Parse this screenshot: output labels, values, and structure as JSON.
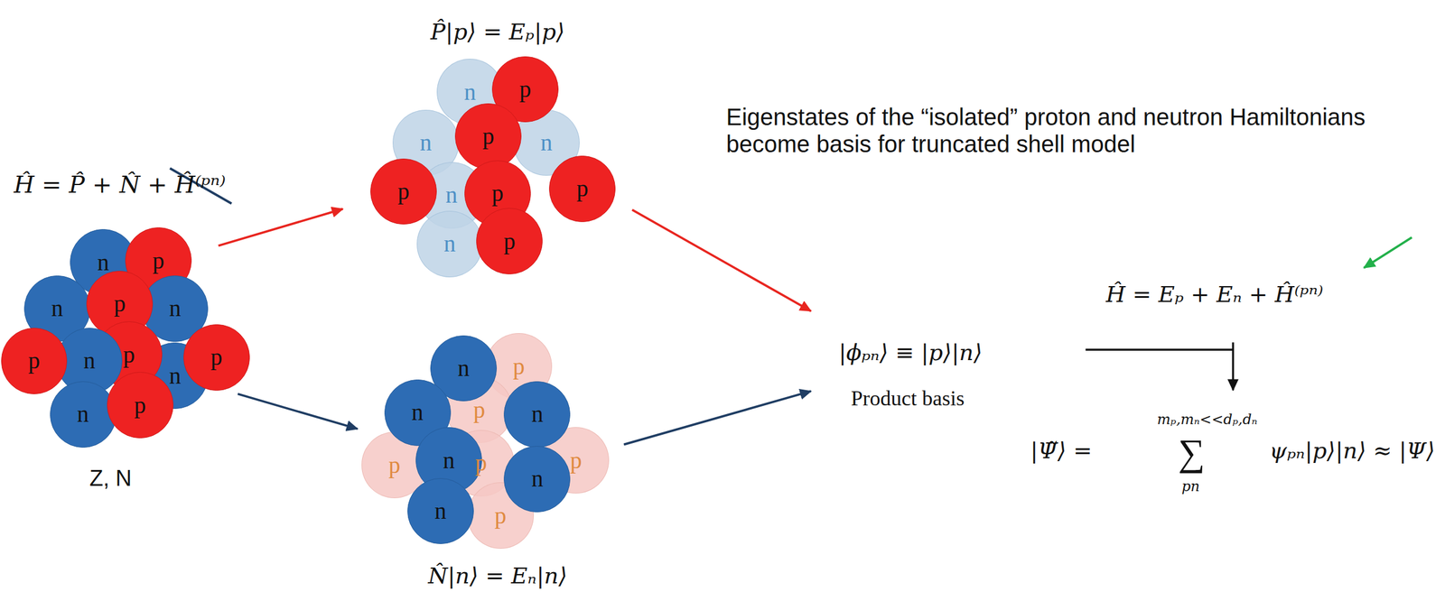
{
  "diagram": {
    "nodes": [
      {
        "text": [
          "n"
        ]
      },
      {
        "text": [
          "p"
        ]
      },
      {
        "text": [
          "n"
        ]
      },
      {
        "text": [
          "n"
        ]
      },
      {
        "text": [
          "p"
        ]
      },
      {
        "text": [
          "n"
        ]
      },
      {
        "text": [
          "p"
        ]
      },
      {
        "text": [
          "n"
        ]
      },
      {
        "text": [
          "p"
        ]
      },
      {
        "text": [
          "p"
        ]
      },
      {
        "text": [
          "n"
        ]
      },
      {
        "text": [
          "p"
        ]
      },
      {
        "text": [
          "n"
        ]
      },
      {
        "text": [
          "n"
        ]
      },
      {
        "text": [
          "n"
        ]
      },
      {
        "text": [
          "n"
        ]
      },
      {
        "text": [
          "n"
        ]
      },
      {
        "text": [
          "p"
        ]
      },
      {
        "text": [
          "p"
        ]
      },
      {
        "text": [
          "p"
        ]
      },
      {
        "text": [
          "p"
        ]
      },
      {
        "text": [
          "p"
        ]
      },
      {
        "text": [
          "p"
        ]
      },
      {
        "text": [
          "p"
        ]
      },
      {
        "text": [
          "p"
        ]
      },
      {
        "text": [
          "p"
        ]
      },
      {
        "text": [
          "p"
        ]
      },
      {
        "text": [
          "p"
        ]
      },
      {
        "text": [
          "p"
        ]
      },
      {
        "text": [
          "n"
        ]
      },
      {
        "text": [
          "n"
        ]
      },
      {
        "text": [
          "n"
        ]
      },
      {
        "text": [
          "n"
        ]
      },
      {
        "text": [
          "n"
        ]
      },
      {
        "text": [
          "n"
        ]
      }
    ],
    "labels": [
      "P̂|p⟩ = Eₚ|p⟩",
      "Eigenstates of the “isolated” proton and neutron Hamiltonians become basis for truncated shell model",
      "Ĥ = P̂ + N̂ + Ĥ⁽ᵖⁿ⁾",
      "Z, N",
      "N̂|n⟩ = Eₙ|n⟩",
      "|ϕₚₙ⟩ ≡ |p⟩|n⟩",
      "Product basis",
      "Ĥ = Eₚ + Eₙ + Ĥ⁽ᵖⁿ⁾",
      "|Ψ̃⟩ =",
      "mₚ,mₙ<<dₚ,dₙ",
      "∑",
      "pn",
      "ψₚₙ|p⟩|n⟩ ≈ |Ψ⟩"
    ]
  }
}
